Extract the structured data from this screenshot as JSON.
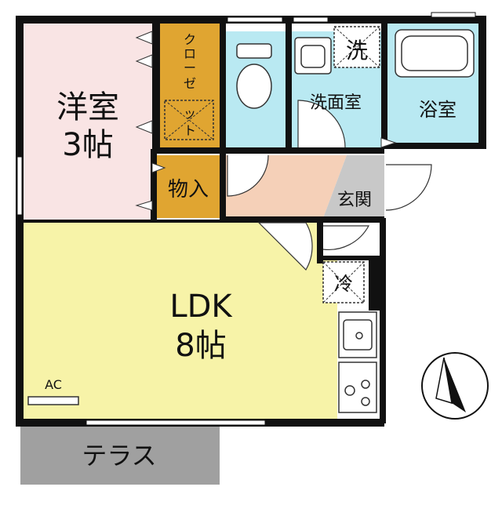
{
  "rooms": {
    "western_room": {
      "name": "洋室",
      "size": "3帖",
      "color": "#f9e4e4"
    },
    "closet": {
      "label_chars": [
        "ク",
        "ロ",
        "ー",
        "ゼ",
        "ッ",
        "ト"
      ],
      "color": "#e0a531"
    },
    "storage": {
      "name": "物入",
      "color": "#e0a531"
    },
    "toilet": {
      "color": "#b9e9f2"
    },
    "washroom": {
      "name": "洗面室",
      "color": "#b9e9f2"
    },
    "bathroom": {
      "name": "浴室",
      "color": "#b9e9f2"
    },
    "hall": {
      "color": "#f5d0b8"
    },
    "entrance": {
      "name": "玄関",
      "color": "#c8c8c8"
    },
    "ldk": {
      "name": "LDK",
      "size": "8帖",
      "color": "#f7f3a8"
    },
    "terrace": {
      "name": "テラス",
      "color": "#a0a0a0"
    }
  },
  "fixtures": {
    "washer_mark": "洗",
    "fridge_mark": "冷",
    "ac_label": "AC"
  },
  "colors": {
    "wall": "#111111",
    "line": "#333333"
  }
}
